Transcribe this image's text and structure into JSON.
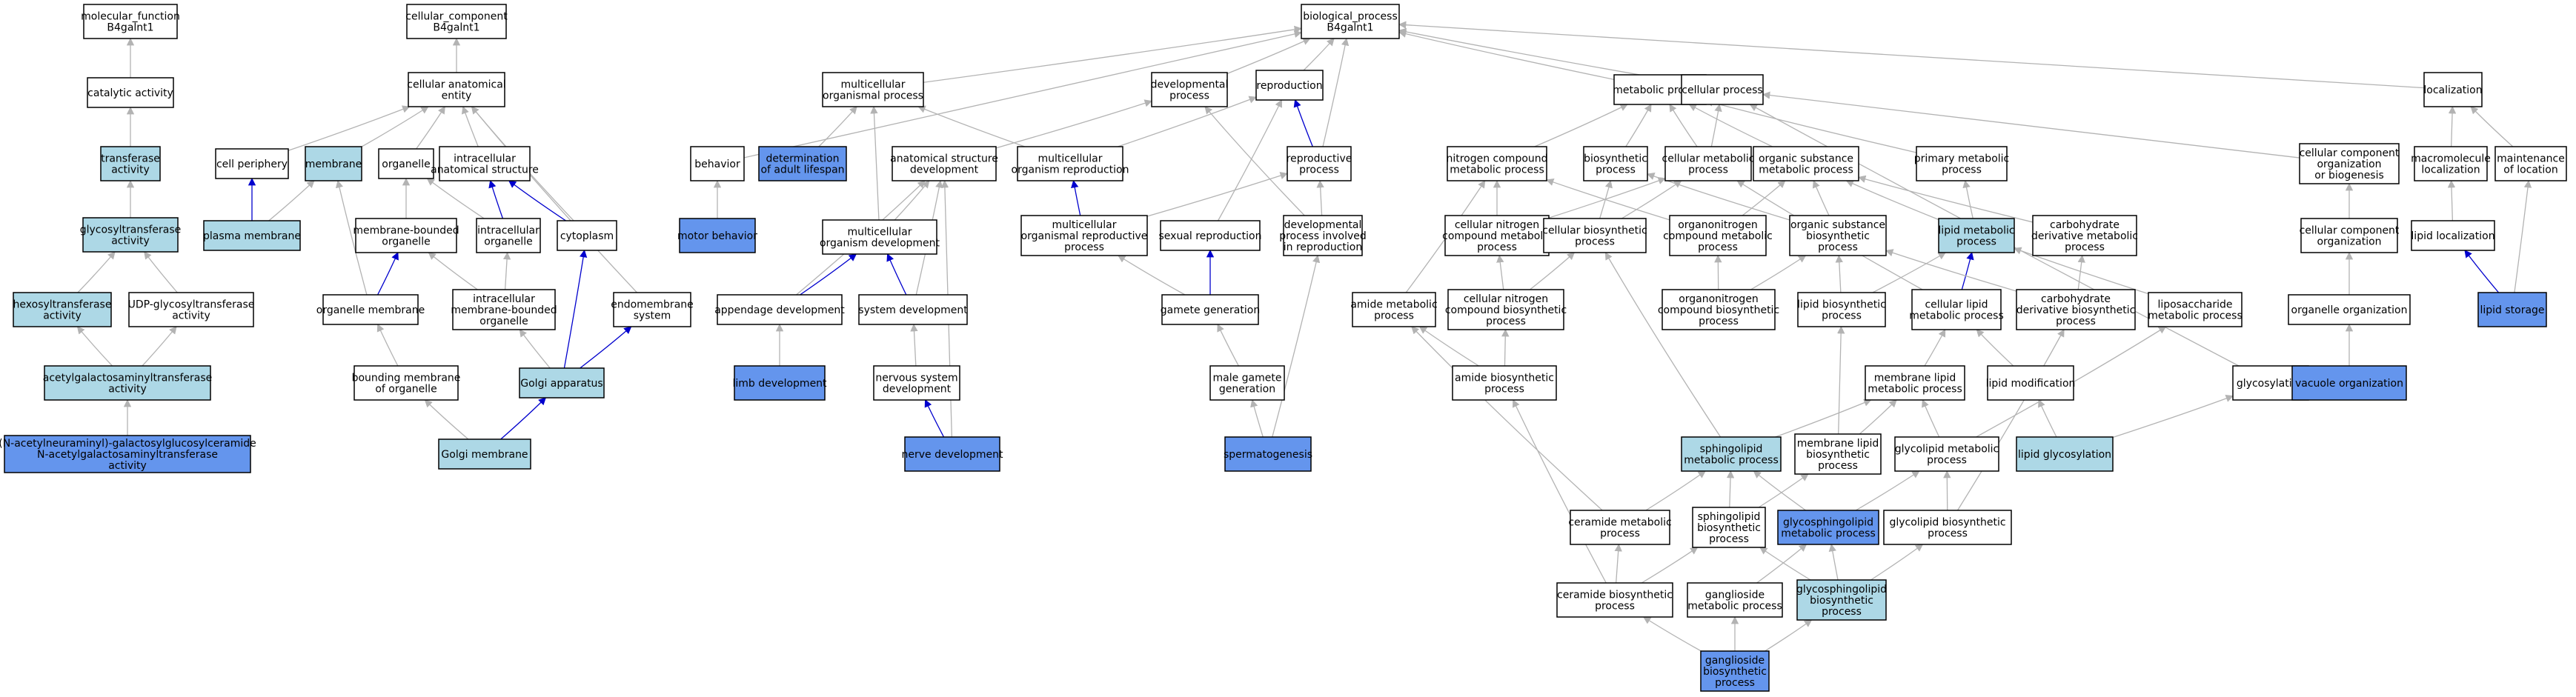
{
  "colors": {
    "plain": "#ffffff",
    "light": "#add8e6",
    "dark": "#6495ed",
    "edge_gray": "#b3b3b3",
    "edge_blue": "#0000cd"
  },
  "nodes": [
    {
      "id": "mf",
      "lines": [
        "molecular_function",
        "B4galnt1"
      ],
      "color": "plain"
    },
    {
      "id": "cc",
      "lines": [
        "cellular_component",
        "B4galnt1"
      ],
      "color": "plain"
    },
    {
      "id": "bp",
      "lines": [
        "biological_process",
        "B4galnt1"
      ],
      "color": "plain"
    },
    {
      "id": "cat",
      "lines": [
        "catalytic activity"
      ],
      "color": "plain"
    },
    {
      "id": "trans",
      "lines": [
        "transferase",
        "activity"
      ],
      "color": "light"
    },
    {
      "id": "glyco",
      "lines": [
        "glycosyltransferase",
        "activity"
      ],
      "color": "light"
    },
    {
      "id": "hexo",
      "lines": [
        "hexosyltransferase",
        "activity"
      ],
      "color": "light"
    },
    {
      "id": "udp",
      "lines": [
        "UDP-glycosyltransferase",
        "activity"
      ],
      "color": "plain"
    },
    {
      "id": "acetyl",
      "lines": [
        "acetylgalactosaminyltransferase",
        "activity"
      ],
      "color": "light"
    },
    {
      "id": "nacetyl",
      "lines": [
        "(N-acetylneuraminyl)-galactosylglucosylceramide",
        "N-acetylgalactosaminyltransferase",
        "activity"
      ],
      "color": "dark"
    },
    {
      "id": "cae",
      "lines": [
        "cellular anatomical",
        "entity"
      ],
      "color": "plain"
    },
    {
      "id": "cellper",
      "lines": [
        "cell periphery"
      ],
      "color": "plain"
    },
    {
      "id": "membrane",
      "lines": [
        "membrane"
      ],
      "color": "light"
    },
    {
      "id": "organelle",
      "lines": [
        "organelle"
      ],
      "color": "plain"
    },
    {
      "id": "ias",
      "lines": [
        "intracellular",
        "anatomical structure"
      ],
      "color": "plain"
    },
    {
      "id": "pm",
      "lines": [
        "plasma membrane"
      ],
      "color": "light"
    },
    {
      "id": "mbo",
      "lines": [
        "membrane-bounded",
        "organelle"
      ],
      "color": "plain"
    },
    {
      "id": "io",
      "lines": [
        "intracellular",
        "organelle"
      ],
      "color": "plain"
    },
    {
      "id": "cyto",
      "lines": [
        "cytoplasm"
      ],
      "color": "plain"
    },
    {
      "id": "om",
      "lines": [
        "organelle membrane"
      ],
      "color": "plain"
    },
    {
      "id": "imbo",
      "lines": [
        "intracellular",
        "membrane-bounded",
        "organelle"
      ],
      "color": "plain"
    },
    {
      "id": "endo",
      "lines": [
        "endomembrane",
        "system"
      ],
      "color": "plain"
    },
    {
      "id": "bmo",
      "lines": [
        "bounding membrane",
        "of organelle"
      ],
      "color": "plain"
    },
    {
      "id": "golgi",
      "lines": [
        "Golgi apparatus"
      ],
      "color": "light"
    },
    {
      "id": "golgim",
      "lines": [
        "Golgi membrane"
      ],
      "color": "light"
    },
    {
      "id": "mop",
      "lines": [
        "multicellular",
        "organismal process"
      ],
      "color": "plain"
    },
    {
      "id": "behavior",
      "lines": [
        "behavior"
      ],
      "color": "plain"
    },
    {
      "id": "adult",
      "lines": [
        "determination",
        "of adult lifespan"
      ],
      "color": "dark"
    },
    {
      "id": "motor",
      "lines": [
        "motor behavior"
      ],
      "color": "dark"
    },
    {
      "id": "devproc",
      "lines": [
        "developmental",
        "process"
      ],
      "color": "plain"
    },
    {
      "id": "repro",
      "lines": [
        "reproduction"
      ],
      "color": "plain"
    },
    {
      "id": "asd",
      "lines": [
        "anatomical structure",
        "development"
      ],
      "color": "plain"
    },
    {
      "id": "mor",
      "lines": [
        "multicellular",
        "organism reproduction"
      ],
      "color": "plain"
    },
    {
      "id": "rp",
      "lines": [
        "reproductive",
        "process"
      ],
      "color": "plain"
    },
    {
      "id": "mod",
      "lines": [
        "multicellular",
        "organism development"
      ],
      "color": "plain"
    },
    {
      "id": "morp",
      "lines": [
        "multicellular",
        "organismal reproductive",
        "process"
      ],
      "color": "plain"
    },
    {
      "id": "sexrep",
      "lines": [
        "sexual reproduction"
      ],
      "color": "plain"
    },
    {
      "id": "dpir",
      "lines": [
        "developmental",
        "process involved",
        "in reproduction"
      ],
      "color": "plain"
    },
    {
      "id": "appdev",
      "lines": [
        "appendage development"
      ],
      "color": "plain"
    },
    {
      "id": "sysdev",
      "lines": [
        "system development"
      ],
      "color": "plain"
    },
    {
      "id": "gamgen",
      "lines": [
        "gamete generation"
      ],
      "color": "plain"
    },
    {
      "id": "limb",
      "lines": [
        "limb development"
      ],
      "color": "dark"
    },
    {
      "id": "nsd",
      "lines": [
        "nervous system",
        "development"
      ],
      "color": "plain"
    },
    {
      "id": "mgg",
      "lines": [
        "male gamete",
        "generation"
      ],
      "color": "plain"
    },
    {
      "id": "nerve",
      "lines": [
        "nerve development"
      ],
      "color": "dark"
    },
    {
      "id": "sperm",
      "lines": [
        "spermatogenesis"
      ],
      "color": "dark"
    },
    {
      "id": "metab",
      "lines": [
        "metabolic process"
      ],
      "color": "plain"
    },
    {
      "id": "cellproc",
      "lines": [
        "cellular process"
      ],
      "color": "plain"
    },
    {
      "id": "local",
      "lines": [
        "localization"
      ],
      "color": "plain"
    },
    {
      "id": "ncmp",
      "lines": [
        "nitrogen compound",
        "metabolic process"
      ],
      "color": "plain"
    },
    {
      "id": "biosyn",
      "lines": [
        "biosynthetic",
        "process"
      ],
      "color": "plain"
    },
    {
      "id": "cmp",
      "lines": [
        "cellular metabolic",
        "process"
      ],
      "color": "plain"
    },
    {
      "id": "osmp",
      "lines": [
        "organic substance",
        "metabolic process"
      ],
      "color": "plain"
    },
    {
      "id": "pmp",
      "lines": [
        "primary metabolic",
        "process"
      ],
      "color": "plain"
    },
    {
      "id": "ccob",
      "lines": [
        "cellular component",
        "organization",
        "or biogenesis"
      ],
      "color": "plain"
    },
    {
      "id": "macroloc",
      "lines": [
        "macromolecule",
        "localization"
      ],
      "color": "plain"
    },
    {
      "id": "mol",
      "lines": [
        "maintenance",
        "of location"
      ],
      "color": "plain"
    },
    {
      "id": "cncmp",
      "lines": [
        "cellular nitrogen",
        "compound metabolic",
        "process"
      ],
      "color": "plain"
    },
    {
      "id": "cbp",
      "lines": [
        "cellular biosynthetic",
        "process"
      ],
      "color": "plain"
    },
    {
      "id": "oncmp",
      "lines": [
        "organonitrogen",
        "compound metabolic",
        "process"
      ],
      "color": "plain"
    },
    {
      "id": "osbp",
      "lines": [
        "organic substance",
        "biosynthetic",
        "process"
      ],
      "color": "plain"
    },
    {
      "id": "lmp",
      "lines": [
        "lipid metabolic",
        "process"
      ],
      "color": "light"
    },
    {
      "id": "cdmp",
      "lines": [
        "carbohydrate",
        "derivative metabolic",
        "process"
      ],
      "color": "plain"
    },
    {
      "id": "cco",
      "lines": [
        "cellular component",
        "organization"
      ],
      "color": "plain"
    },
    {
      "id": "lipidloc",
      "lines": [
        "lipid localization"
      ],
      "color": "plain"
    },
    {
      "id": "amp",
      "lines": [
        "amide metabolic",
        "process"
      ],
      "color": "plain"
    },
    {
      "id": "cncbp",
      "lines": [
        "cellular nitrogen",
        "compound biosynthetic",
        "process"
      ],
      "color": "plain"
    },
    {
      "id": "oncbp",
      "lines": [
        "organonitrogen",
        "compound biosynthetic",
        "process"
      ],
      "color": "plain"
    },
    {
      "id": "lbp",
      "lines": [
        "lipid biosynthetic",
        "process"
      ],
      "color": "plain"
    },
    {
      "id": "clmp",
      "lines": [
        "cellular lipid",
        "metabolic process"
      ],
      "color": "plain"
    },
    {
      "id": "cdbp",
      "lines": [
        "carbohydrate",
        "derivative biosynthetic",
        "process"
      ],
      "color": "plain"
    },
    {
      "id": "lsmp",
      "lines": [
        "liposaccharide",
        "metabolic process"
      ],
      "color": "plain"
    },
    {
      "id": "orgorg",
      "lines": [
        "organelle organization"
      ],
      "color": "plain"
    },
    {
      "id": "lipidstor",
      "lines": [
        "lipid storage"
      ],
      "color": "dark"
    },
    {
      "id": "abp",
      "lines": [
        "amide biosynthetic",
        "process"
      ],
      "color": "plain"
    },
    {
      "id": "mlmp",
      "lines": [
        "membrane lipid",
        "metabolic process"
      ],
      "color": "plain"
    },
    {
      "id": "lipmod",
      "lines": [
        "lipid modification"
      ],
      "color": "plain"
    },
    {
      "id": "glycosyl",
      "lines": [
        "glycosylation"
      ],
      "color": "plain"
    },
    {
      "id": "vacuole",
      "lines": [
        "vacuole organization"
      ],
      "color": "dark"
    },
    {
      "id": "smp",
      "lines": [
        "sphingolipid",
        "metabolic process"
      ],
      "color": "light"
    },
    {
      "id": "mlbp",
      "lines": [
        "membrane lipid",
        "biosynthetic",
        "process"
      ],
      "color": "plain"
    },
    {
      "id": "glmp",
      "lines": [
        "glycolipid metabolic",
        "process"
      ],
      "color": "plain"
    },
    {
      "id": "lipglyc",
      "lines": [
        "lipid glycosylation"
      ],
      "color": "light"
    },
    {
      "id": "cermp",
      "lines": [
        "ceramide metabolic",
        "process"
      ],
      "color": "plain"
    },
    {
      "id": "sbp",
      "lines": [
        "sphingolipid",
        "biosynthetic",
        "process"
      ],
      "color": "plain"
    },
    {
      "id": "gsmp",
      "lines": [
        "glycosphingolipid",
        "metabolic process"
      ],
      "color": "dark"
    },
    {
      "id": "glbp",
      "lines": [
        "glycolipid biosynthetic",
        "process"
      ],
      "color": "plain"
    },
    {
      "id": "cerbp",
      "lines": [
        "ceramide biosynthetic",
        "process"
      ],
      "color": "plain"
    },
    {
      "id": "gangmp",
      "lines": [
        "ganglioside",
        "metabolic process"
      ],
      "color": "plain"
    },
    {
      "id": "gsbp",
      "lines": [
        "glycosphingolipid",
        "biosynthetic",
        "process"
      ],
      "color": "light"
    },
    {
      "id": "gangbp",
      "lines": [
        "ganglioside",
        "biosynthetic",
        "process"
      ],
      "color": "dark"
    }
  ],
  "edges": [
    [
      "cat",
      "mf",
      "gray"
    ],
    [
      "trans",
      "cat",
      "gray"
    ],
    [
      "glyco",
      "trans",
      "gray"
    ],
    [
      "hexo",
      "glyco",
      "gray"
    ],
    [
      "udp",
      "glyco",
      "gray"
    ],
    [
      "acetyl",
      "hexo",
      "gray"
    ],
    [
      "acetyl",
      "udp",
      "gray"
    ],
    [
      "nacetyl",
      "acetyl",
      "gray"
    ],
    [
      "cae",
      "cc",
      "gray"
    ],
    [
      "cellper",
      "cae",
      "gray"
    ],
    [
      "membrane",
      "cae",
      "gray"
    ],
    [
      "organelle",
      "cae",
      "gray"
    ],
    [
      "ias",
      "cae",
      "gray"
    ],
    [
      "cyto",
      "cae",
      "gray"
    ],
    [
      "endo",
      "cae",
      "gray"
    ],
    [
      "pm",
      "cellper",
      "blue"
    ],
    [
      "pm",
      "membrane",
      "gray"
    ],
    [
      "mbo",
      "organelle",
      "gray"
    ],
    [
      "io",
      "organelle",
      "gray"
    ],
    [
      "io",
      "ias",
      "blue"
    ],
    [
      "cyto",
      "ias",
      "blue"
    ],
    [
      "om",
      "membrane",
      "gray"
    ],
    [
      "om",
      "mbo",
      "blue"
    ],
    [
      "imbo",
      "mbo",
      "gray"
    ],
    [
      "imbo",
      "io",
      "gray"
    ],
    [
      "bmo",
      "om",
      "gray"
    ],
    [
      "golgi",
      "imbo",
      "gray"
    ],
    [
      "golgi",
      "cyto",
      "blue"
    ],
    [
      "golgi",
      "endo",
      "blue"
    ],
    [
      "golgim",
      "bmo",
      "gray"
    ],
    [
      "golgim",
      "golgi",
      "blue"
    ],
    [
      "mop",
      "bp",
      "gray"
    ],
    [
      "behavior",
      "bp",
      "gray"
    ],
    [
      "devproc",
      "bp",
      "gray"
    ],
    [
      "repro",
      "bp",
      "gray"
    ],
    [
      "rp",
      "bp",
      "gray"
    ],
    [
      "metab",
      "bp",
      "gray"
    ],
    [
      "cellproc",
      "bp",
      "gray"
    ],
    [
      "local",
      "bp",
      "gray"
    ],
    [
      "adult",
      "mop",
      "gray"
    ],
    [
      "motor",
      "behavior",
      "gray"
    ],
    [
      "asd",
      "devproc",
      "gray"
    ],
    [
      "mor",
      "mop",
      "gray"
    ],
    [
      "mor",
      "repro",
      "gray"
    ],
    [
      "rp",
      "repro",
      "blue"
    ],
    [
      "mod",
      "mop",
      "gray"
    ],
    [
      "mod",
      "asd",
      "gray"
    ],
    [
      "morp",
      "mor",
      "blue"
    ],
    [
      "morp",
      "rp",
      "gray"
    ],
    [
      "sexrep",
      "repro",
      "gray"
    ],
    [
      "dpir",
      "devproc",
      "gray"
    ],
    [
      "dpir",
      "rp",
      "gray"
    ],
    [
      "appdev",
      "mod",
      "blue"
    ],
    [
      "appdev",
      "asd",
      "gray"
    ],
    [
      "sysdev",
      "mod",
      "blue"
    ],
    [
      "sysdev",
      "asd",
      "gray"
    ],
    [
      "gamgen",
      "sexrep",
      "blue"
    ],
    [
      "gamgen",
      "morp",
      "gray"
    ],
    [
      "limb",
      "appdev",
      "gray"
    ],
    [
      "nsd",
      "sysdev",
      "gray"
    ],
    [
      "mgg",
      "gamgen",
      "gray"
    ],
    [
      "nerve",
      "nsd",
      "blue"
    ],
    [
      "nerve",
      "asd",
      "gray"
    ],
    [
      "sperm",
      "mgg",
      "gray"
    ],
    [
      "sperm",
      "dpir",
      "gray"
    ],
    [
      "ncmp",
      "metab",
      "gray"
    ],
    [
      "biosyn",
      "metab",
      "gray"
    ],
    [
      "cmp",
      "metab",
      "gray"
    ],
    [
      "cmp",
      "cellproc",
      "gray"
    ],
    [
      "osmp",
      "metab",
      "gray"
    ],
    [
      "pmp",
      "metab",
      "gray"
    ],
    [
      "ccob",
      "cellproc",
      "gray"
    ],
    [
      "macroloc",
      "local",
      "gray"
    ],
    [
      "mol",
      "local",
      "gray"
    ],
    [
      "cncmp",
      "ncmp",
      "gray"
    ],
    [
      "cncmp",
      "cmp",
      "gray"
    ],
    [
      "cbp",
      "biosyn",
      "gray"
    ],
    [
      "cbp",
      "cmp",
      "gray"
    ],
    [
      "oncmp",
      "ncmp",
      "gray"
    ],
    [
      "oncmp",
      "osmp",
      "gray"
    ],
    [
      "osbp",
      "osmp",
      "gray"
    ],
    [
      "osbp",
      "biosyn",
      "gray"
    ],
    [
      "lmp",
      "osmp",
      "gray"
    ],
    [
      "lmp",
      "pmp",
      "gray"
    ],
    [
      "cdmp",
      "osmp",
      "gray"
    ],
    [
      "cco",
      "ccob",
      "gray"
    ],
    [
      "lipidloc",
      "macroloc",
      "gray"
    ],
    [
      "amp",
      "ncmp",
      "gray"
    ],
    [
      "cncbp",
      "cncmp",
      "gray"
    ],
    [
      "cncbp",
      "cbp",
      "gray"
    ],
    [
      "oncbp",
      "oncmp",
      "gray"
    ],
    [
      "oncbp",
      "osbp",
      "gray"
    ],
    [
      "lbp",
      "lmp",
      "gray"
    ],
    [
      "lbp",
      "osbp",
      "gray"
    ],
    [
      "clmp",
      "lmp",
      "blue"
    ],
    [
      "clmp",
      "cmp",
      "gray"
    ],
    [
      "cdbp",
      "cdmp",
      "gray"
    ],
    [
      "cdbp",
      "osbp",
      "gray"
    ],
    [
      "lsmp",
      "lmp",
      "gray"
    ],
    [
      "orgorg",
      "cco",
      "gray"
    ],
    [
      "lipidstor",
      "lipidloc",
      "blue"
    ],
    [
      "lipidstor",
      "mol",
      "gray"
    ],
    [
      "abp",
      "amp",
      "gray"
    ],
    [
      "abp",
      "cncbp",
      "gray"
    ],
    [
      "mlmp",
      "clmp",
      "gray"
    ],
    [
      "lipmod",
      "clmp",
      "gray"
    ],
    [
      "glycosyl",
      "cellproc",
      "gray"
    ],
    [
      "vacuole",
      "orgorg",
      "gray"
    ],
    [
      "smp",
      "mlmp",
      "gray"
    ],
    [
      "smp",
      "cbp",
      "gray"
    ],
    [
      "mlbp",
      "mlmp",
      "gray"
    ],
    [
      "mlbp",
      "lbp",
      "gray"
    ],
    [
      "glmp",
      "mlmp",
      "gray"
    ],
    [
      "glmp",
      "lsmp",
      "gray"
    ],
    [
      "lipglyc",
      "lipmod",
      "gray"
    ],
    [
      "lipglyc",
      "glycosyl",
      "gray"
    ],
    [
      "cermp",
      "smp",
      "gray"
    ],
    [
      "cermp",
      "amp",
      "gray"
    ],
    [
      "sbp",
      "smp",
      "gray"
    ],
    [
      "sbp",
      "mlbp",
      "gray"
    ],
    [
      "gsmp",
      "smp",
      "gray"
    ],
    [
      "gsmp",
      "glmp",
      "gray"
    ],
    [
      "glbp",
      "glmp",
      "gray"
    ],
    [
      "glbp",
      "cdbp",
      "gray"
    ],
    [
      "cerbp",
      "cermp",
      "gray"
    ],
    [
      "cerbp",
      "sbp",
      "gray"
    ],
    [
      "cerbp",
      "abp",
      "gray"
    ],
    [
      "gangmp",
      "gsmp",
      "gray"
    ],
    [
      "gsbp",
      "gsmp",
      "gray"
    ],
    [
      "gsbp",
      "sbp",
      "gray"
    ],
    [
      "gsbp",
      "glbp",
      "gray"
    ],
    [
      "gangbp",
      "cerbp",
      "gray"
    ],
    [
      "gangbp",
      "gangmp",
      "gray"
    ],
    [
      "gangbp",
      "gsbp",
      "gray"
    ]
  ]
}
